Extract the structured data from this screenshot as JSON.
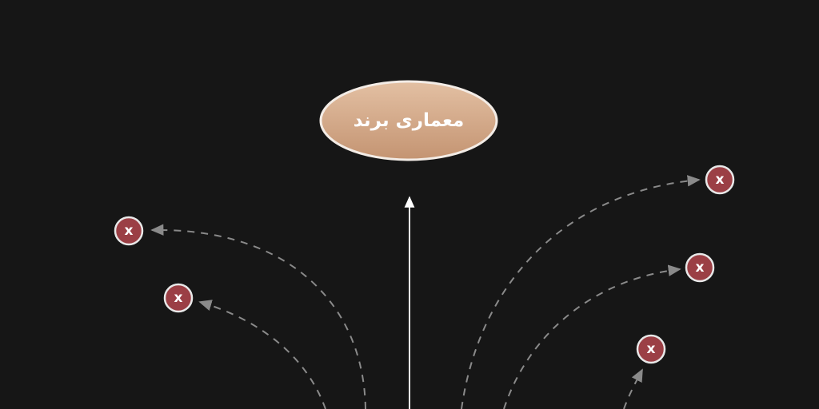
{
  "goal": {
    "label": "معماری برند"
  },
  "colors": {
    "background": "#161616",
    "goal_fill_top": "#e3c0a3",
    "goal_fill_bottom": "#c49472",
    "goal_border": "#f3ece6",
    "main_arrow": "#ffffff",
    "dashed_path": "#8a8a8a",
    "failure_fill": "#9b3f45",
    "failure_border": "#e8e8e8"
  },
  "paths": {
    "main": "direct-path-to-goal",
    "failed": [
      {
        "name": "left-upper",
        "icon": "close-icon"
      },
      {
        "name": "left-lower",
        "icon": "close-icon"
      },
      {
        "name": "right-upper",
        "icon": "close-icon"
      },
      {
        "name": "right-middle",
        "icon": "close-icon"
      },
      {
        "name": "right-lower",
        "icon": "close-icon"
      }
    ]
  },
  "failure_symbol": "x"
}
